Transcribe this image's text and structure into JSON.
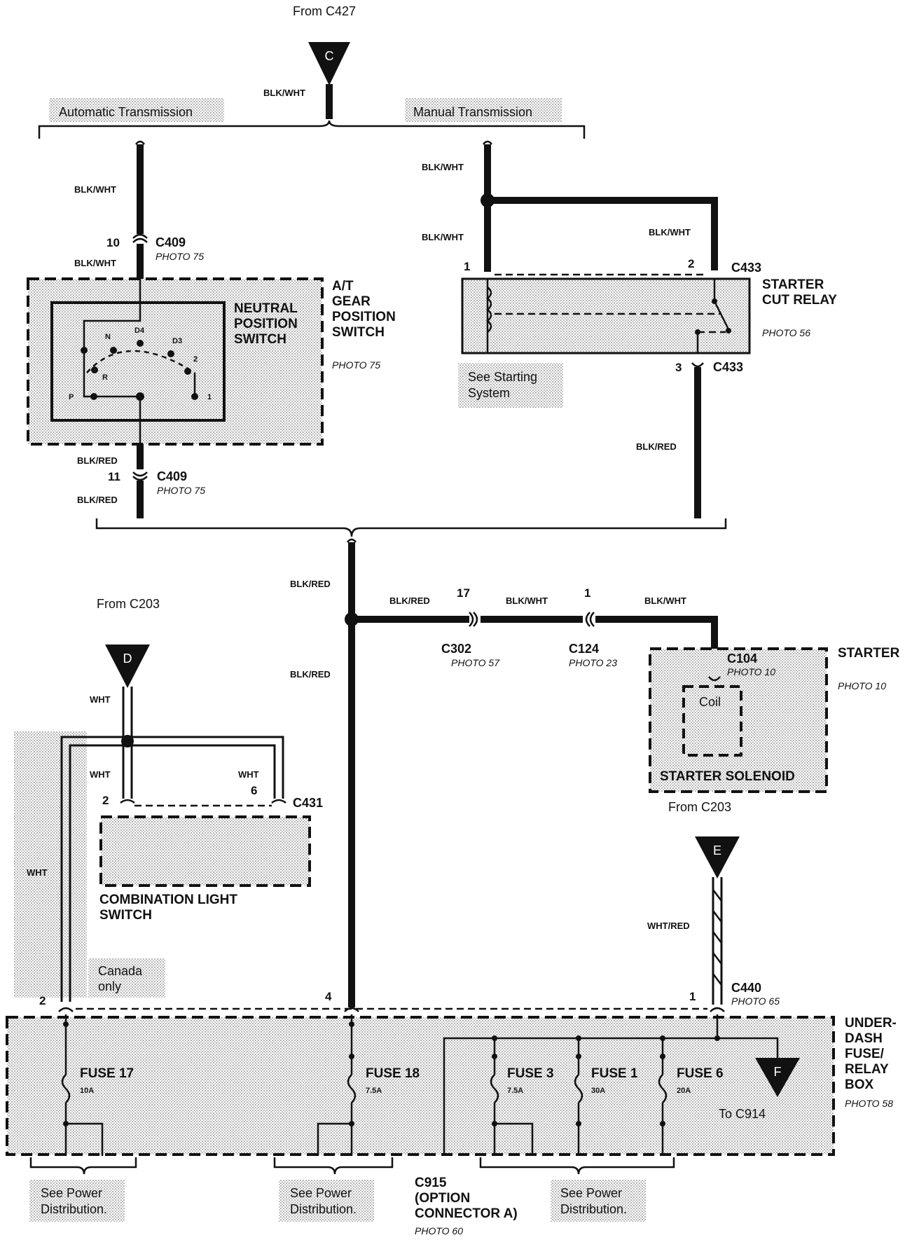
{
  "top": {
    "from_c427": "From C427",
    "term_c": "C",
    "c_wire": "BLK/WHT",
    "auto_trans": "Automatic Transmission",
    "man_trans": "Manual Transmission"
  },
  "left_branch": {
    "w1": "BLK/WHT",
    "pin10": "10",
    "c409": "C409",
    "photo75a": "PHOTO 75",
    "w2": "BLK/WHT",
    "switch_title": [
      "NEUTRAL",
      "POSITION",
      "SWITCH"
    ],
    "component_title": [
      "A/T",
      "GEAR",
      "POSITION",
      "SWITCH"
    ],
    "photo75b": "PHOTO 75",
    "positions": [
      "N",
      "D4",
      "D3",
      "R",
      "2",
      "P",
      "1"
    ],
    "w3": "BLK/RED",
    "pin11": "11",
    "c409b": "C409",
    "photo75c": "PHOTO 75",
    "w4": "BLK/RED"
  },
  "right_branch": {
    "w1": "BLK/WHT",
    "w2": "BLK/WHT",
    "w3": "BLK/WHT",
    "pin1": "1",
    "pin2": "2",
    "c433a": "C433",
    "relay_title": [
      "STARTER",
      "CUT RELAY"
    ],
    "photo56": "PHOTO 56",
    "see_starting": [
      "See Starting",
      "System"
    ],
    "pin3": "3",
    "c433b": "C433",
    "w4": "BLK/RED"
  },
  "middle": {
    "w_top": "BLK/RED",
    "w_mid": "BLK/RED",
    "w_branch": "BLK/RED",
    "pin17": "17",
    "c302": "C302",
    "photo57": "PHOTO 57",
    "w_bw": "BLK/WHT",
    "pin1": "1",
    "c124": "C124",
    "photo23": "PHOTO 23",
    "w_bw2": "BLK/WHT"
  },
  "starter": {
    "title": "STARTER",
    "c104": "C104",
    "photo10a": "PHOTO 10",
    "photo10b": "PHOTO 10",
    "coil": "Coil",
    "solenoid": "STARTER SOLENOID",
    "from_c203": "From C203"
  },
  "light_switch": {
    "from_c203": "From C203",
    "term_d": "D",
    "w1": "WHT",
    "w2": "WHT",
    "w3": "WHT",
    "pin2": "2",
    "pin6": "6",
    "c431": "C431",
    "title": [
      "COMBINATION LIGHT",
      "SWITCH"
    ],
    "w_left": "WHT",
    "canada": [
      "Canada",
      "only"
    ]
  },
  "fuse_box": {
    "pin2": "2",
    "pin4": "4",
    "pin1": "1",
    "term_e": "E",
    "w_e": "WHT/RED",
    "c440": "C440",
    "photo65": "PHOTO 65",
    "title": [
      "UNDER-",
      "DASH",
      "FUSE/",
      "RELAY",
      "BOX"
    ],
    "photo58": "PHOTO 58",
    "fuses": [
      {
        "name": "FUSE 17",
        "rating": "10A"
      },
      {
        "name": "FUSE 18",
        "rating": "7.5A"
      },
      {
        "name": "FUSE 3",
        "rating": "7.5A"
      },
      {
        "name": "FUSE 1",
        "rating": "30A"
      },
      {
        "name": "FUSE 6",
        "rating": "20A"
      }
    ],
    "term_f": "F",
    "to_c914": "To C914"
  },
  "bottom": {
    "see_power1": [
      "See Power",
      "Distribution."
    ],
    "see_power2": [
      "See Power",
      "Distribution."
    ],
    "see_power3": [
      "See Power",
      "Distribution."
    ],
    "c915": [
      "C915",
      "(OPTION",
      "CONNECTOR A)"
    ],
    "photo60": "PHOTO 60"
  }
}
